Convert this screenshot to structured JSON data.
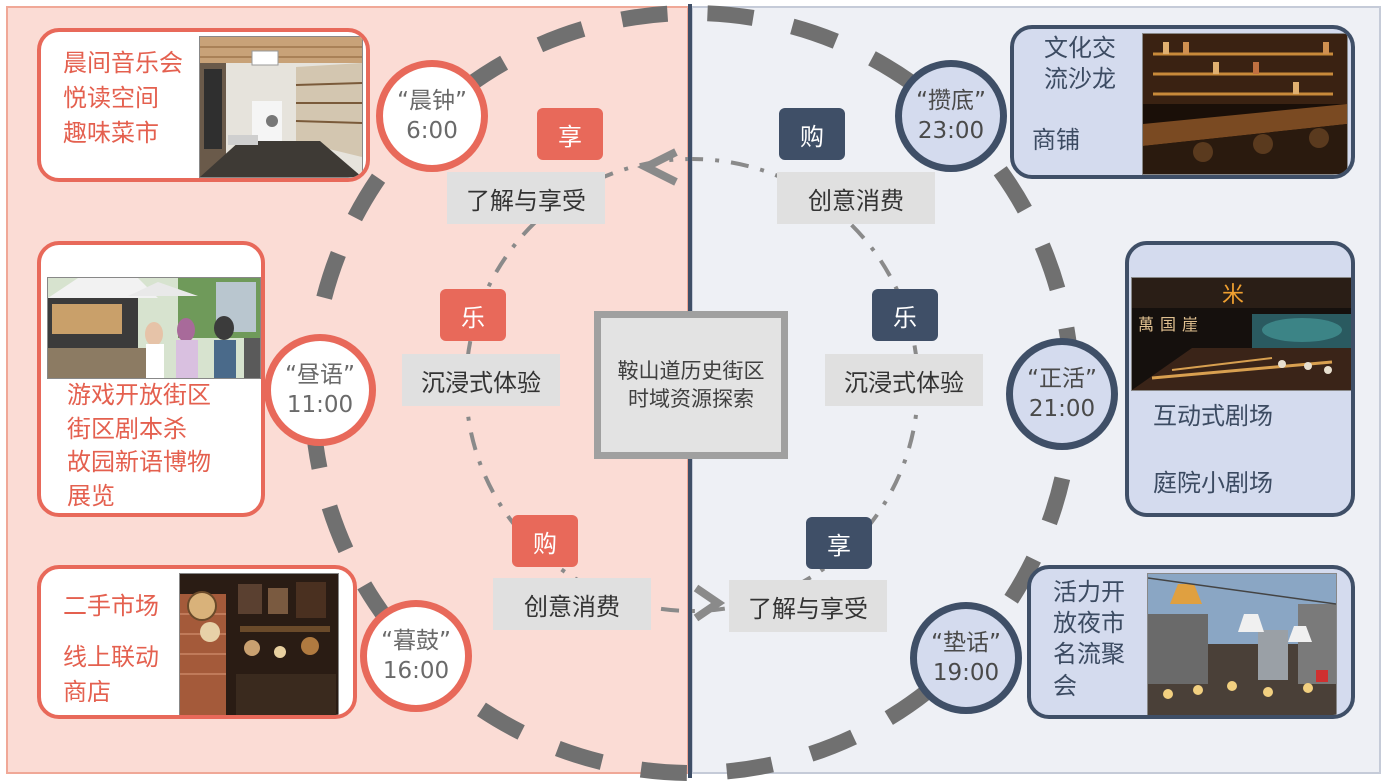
{
  "center": {
    "line1": "鞍山道历史街区",
    "line2": "时域资源探索"
  },
  "left": {
    "clocks": [
      {
        "name": "“晨钟”",
        "time": "6:00"
      },
      {
        "name": "“昼语”",
        "time": "11:00"
      },
      {
        "name": "“暮鼓”",
        "time": "16:00"
      }
    ],
    "cards": [
      {
        "lines": [
          "晨间音乐会",
          "悦读空间",
          "趣味菜市"
        ]
      },
      {
        "lines": [
          "游戏开放街区",
          "街区剧本杀",
          "故园新语博物",
          "展览"
        ]
      },
      {
        "lines": [
          "二手市场",
          "线上联动",
          "商店"
        ]
      }
    ],
    "badges": [
      "享",
      "乐",
      "购"
    ],
    "labels": [
      "了解与享受",
      "沉浸式体验",
      "创意消费"
    ]
  },
  "right": {
    "clocks": [
      {
        "name": "“攒底”",
        "time": "23:00"
      },
      {
        "name": "“正活”",
        "time": "21:00"
      },
      {
        "name": "“垫话”",
        "time": "19:00"
      }
    ],
    "cards": [
      {
        "lines": [
          "文化交",
          "流沙龙",
          "商铺"
        ]
      },
      {
        "lines": [
          "互动式剧场",
          "庭院小剧场"
        ]
      },
      {
        "lines": [
          "活力开",
          "放夜市",
          "名流聚",
          "会"
        ]
      }
    ],
    "badges": [
      "购",
      "乐",
      "享"
    ],
    "labels": [
      "创意消费",
      "沉浸式体验",
      "了解与享受"
    ]
  },
  "colors": {
    "left_panel": "#fbdcd5",
    "right_panel": "#eef0f5",
    "accent_red": "#e8695a",
    "accent_navy": "#3f4f67",
    "label_gray": "#e0e0e0",
    "ring_gray": "#707070"
  }
}
